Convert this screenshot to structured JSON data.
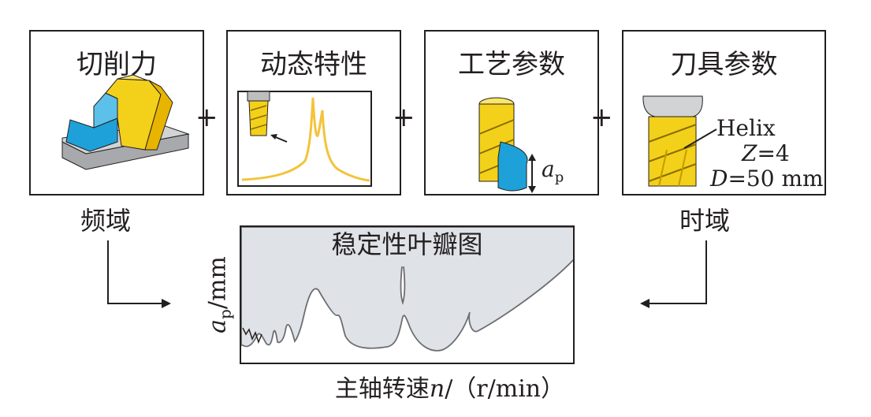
{
  "boxes": {
    "cutting_force": {
      "title": "切削力"
    },
    "dynamics": {
      "title": "动态特性"
    },
    "process_params": {
      "title": "工艺参数",
      "depth_symbol": "a",
      "depth_subscript": "p"
    },
    "tool_params": {
      "title": "刀具参数",
      "helix": "Helix",
      "z_symbol": "Z",
      "z_value": "=4",
      "d_symbol": "D",
      "d_value": "=50 mm"
    }
  },
  "plus_sign": "+",
  "labels": {
    "frequency_domain": "频域",
    "time_domain": "时域"
  },
  "lobe_chart": {
    "title": "稳定性叶瓣图",
    "ylabel_symbol": "a",
    "ylabel_subscript": "p",
    "ylabel_unit": "/mm",
    "xlabel_prefix": "主轴转速",
    "xlabel_symbol": "n",
    "xlabel_unit": "/（r/min）"
  },
  "colors": {
    "border": "#231f20",
    "tool_yellow": "#f3d11a",
    "workpiece_blue": "#1ea1d9",
    "base_gray": "#a7a9ac",
    "lobe_fill": "#dfe2e6",
    "lobe_line": "#6d6e71",
    "frf_line": "#f3c33a"
  }
}
